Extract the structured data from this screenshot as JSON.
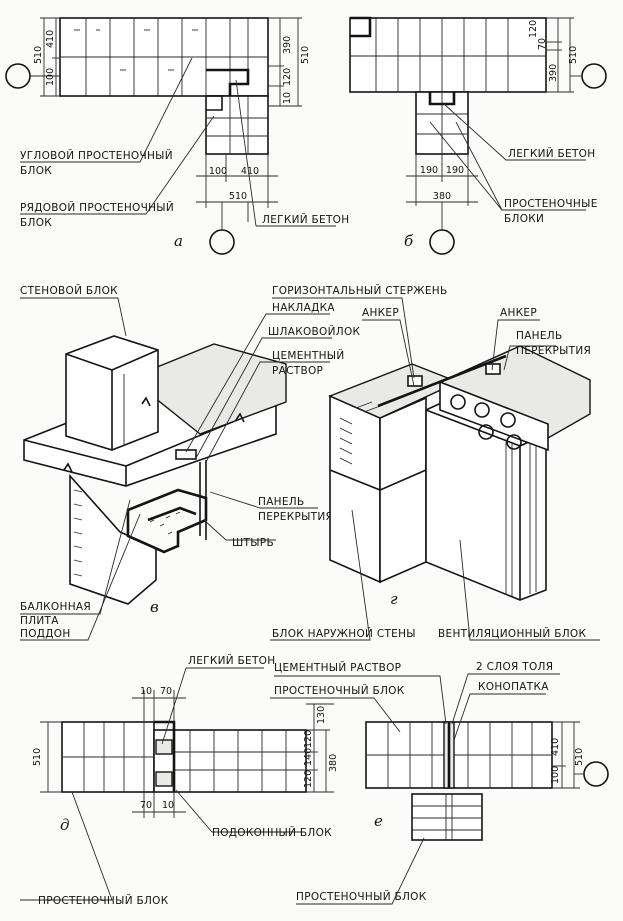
{
  "fragment_a": {
    "letter": "а",
    "dims": [
      "510",
      "410",
      "100",
      "390",
      "510",
      "120",
      "10",
      "100",
      "410",
      "510"
    ],
    "labels": {
      "corner_block_1": "УГЛОВОЙ ПРОСТЕНОЧНЫЙ",
      "corner_block_2": "БЛОК",
      "row_block_1": "РЯДОВОЙ ПРОСТЕНОЧНЫЙ",
      "row_block_2": "БЛОК",
      "light_concrete": "ЛЕГКИЙ БЕТОН"
    }
  },
  "fragment_b": {
    "letter": "б",
    "dims": [
      "120",
      "70",
      "390",
      "510",
      "190",
      "190",
      "380"
    ],
    "labels": {
      "light_concrete": "ЛЕГКИЙ БЕТОН",
      "wall_blocks_1": "ПРОСТЕНОЧНЫЕ",
      "wall_blocks_2": "БЛОКИ"
    }
  },
  "fragment_v": {
    "letter": "в",
    "labels": {
      "wall_block": "СТЕНОВОЙ БЛОК",
      "overlay": "НАКЛАДКА",
      "slag_wool": "ШЛАКОВОЙЛОК",
      "cement_1": "ЦЕМЕНТНЫЙ",
      "cement_2": "РАСТВОР",
      "floor_panel_1": "ПАНЕЛЬ",
      "floor_panel_2": "ПЕРЕКРЫТИЯ",
      "pin": "ШТЫРЬ",
      "balcony_1": "БАЛКОННАЯ",
      "balcony_2": "ПЛИТА",
      "tray": "ПОДДОН"
    }
  },
  "fragment_g": {
    "letter": "г",
    "labels": {
      "horizontal_rod": "ГОРИЗОНТАЛЬНЫЙ СТЕРЖЕНЬ",
      "anchor_left": "АНКЕР",
      "anchor_right": "АНКЕР",
      "floor_panel_1": "ПАНЕЛЬ",
      "floor_panel_2": "ПЕРЕКРЫТИЯ",
      "outer_wall_block": "БЛОК НАРУЖНОЙ СТЕНЫ",
      "vent_block": "ВЕНТИЛЯЦИОННЫЙ БЛОК"
    }
  },
  "fragment_d": {
    "letter": "д",
    "dims": [
      "10",
      "70",
      "510",
      "130",
      "120",
      "140",
      "120",
      "380",
      "70",
      "10"
    ],
    "labels": {
      "light_concrete": "ЛЕГКИЙ БЕТОН",
      "sill_block": "ПОДОКОННЫЙ БЛОК",
      "wall_block": "ПРОСТЕНОЧНЫЙ БЛОК"
    }
  },
  "fragment_e": {
    "letter": "е",
    "dims": [
      "410",
      "100",
      "510"
    ],
    "labels": {
      "cement_mortar": "ЦЕМЕНТНЫЙ РАСТВОР",
      "two_layers": "2 СЛОЯ ТОЛЯ",
      "wall_block_top": "ПРОСТЕНОЧНЫЙ БЛОК",
      "caulking": "КОНОПАТКА",
      "wall_block_bottom": "ПРОСТЕНОЧНЫЙ БЛОК"
    }
  }
}
